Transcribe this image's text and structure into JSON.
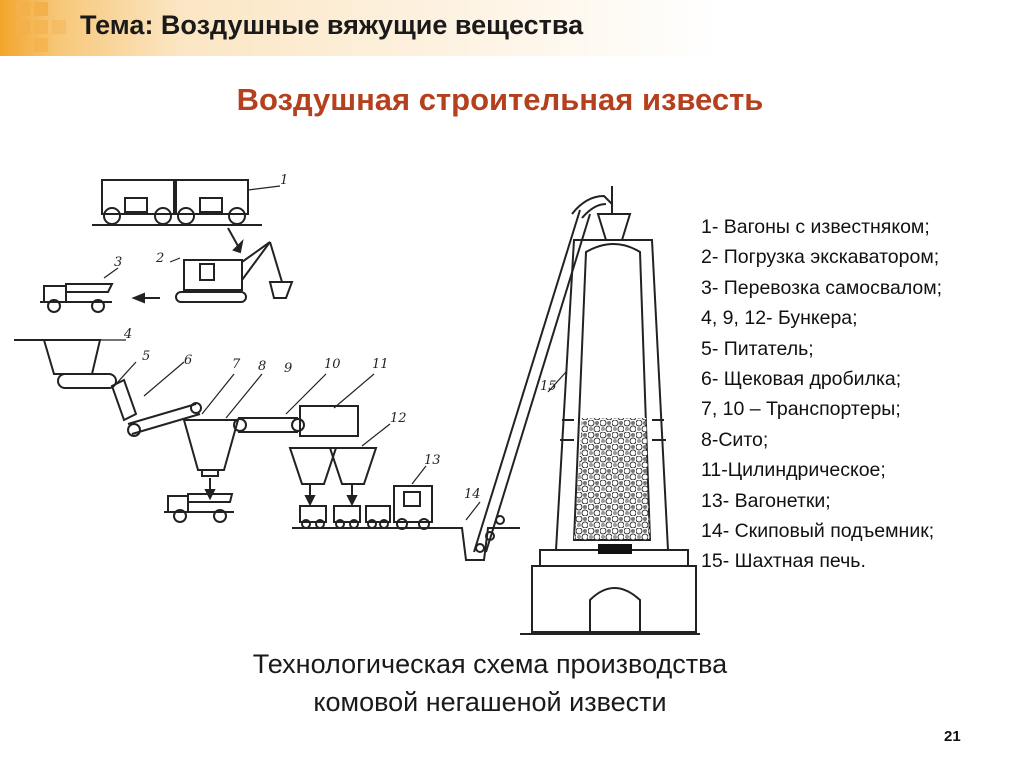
{
  "slide": {
    "topic": "Тема: Воздушные вяжущие вещества",
    "subtitle": "Воздушная строительная известь",
    "caption_line1": "Технологическая схема производства",
    "caption_line2": "комовой негашеной извести",
    "page_number": "21"
  },
  "legend": [
    "1- Вагоны с известняком;",
    "2- Погрузка экскаватором;",
    "3- Перевозка самосвалом;",
    "4, 9, 12- Бункера;",
    "5- Питатель;",
    "6- Щековая дробилка;",
    "7, 10 – Транспортеры;",
    "8-Сито;",
    "11-Цилиндрическое;",
    "13- Вагонетки;",
    "14- Скиповый подъемник;",
    "15- Шахтная печь."
  ],
  "diagram_labels": [
    "1",
    "2",
    "3",
    "4",
    "5",
    "6",
    "7",
    "8",
    "9",
    "10",
    "11",
    "12",
    "13",
    "14",
    "15"
  ],
  "colors": {
    "accent": "#f4b04a",
    "subtitle": "#b5401e"
  }
}
